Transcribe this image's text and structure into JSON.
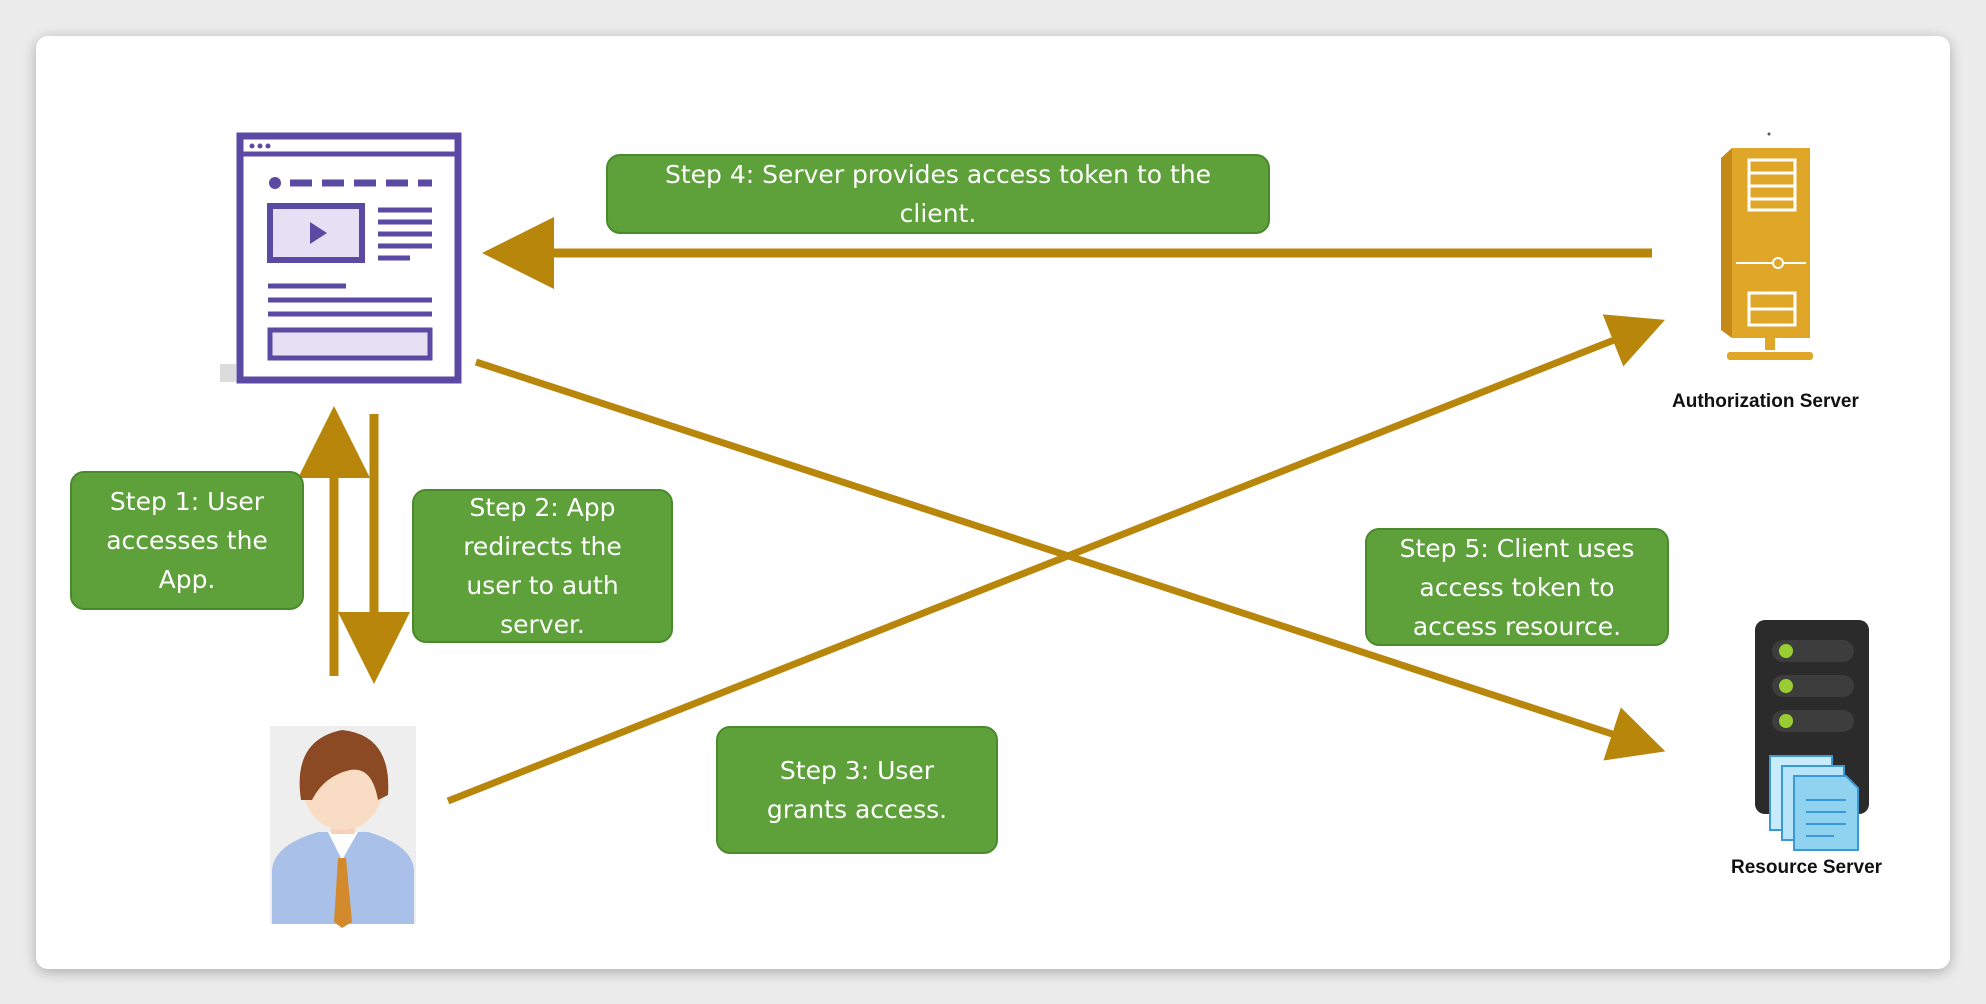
{
  "colors": {
    "background": "#ececec",
    "card": "#ffffff",
    "step_box": "#5ea13a",
    "step_box_border": "#4b8a2c",
    "step_text": "#ffffff",
    "arrow": "#b8860b",
    "app_icon": "#5b4aa3",
    "auth_server": "#e0a628",
    "resource_server": "#2b2b2b",
    "status_led": "#9acd32",
    "document": "#8fd3f0"
  },
  "icons": {
    "client_app": "browser-window-icon",
    "user": "user-avatar-icon",
    "authorization_server": "server-tower-icon",
    "resource_server": "database-server-icon"
  },
  "steps": [
    {
      "id": "step-1",
      "text": "Step 1: User\naccesses the\nApp."
    },
    {
      "id": "step-2",
      "text": "Step 2: App\nredirects the\nuser to auth\nserver."
    },
    {
      "id": "step-3",
      "text": "Step 3: User\ngrants access."
    },
    {
      "id": "step-4",
      "text": "Step 4: Server provides access token to the\nclient."
    },
    {
      "id": "step-5",
      "text": "Step 5: Client uses\naccess token to\naccess resource."
    }
  ],
  "nodes": {
    "authorization_server": {
      "label": "Authorization Server"
    },
    "resource_server": {
      "label": "Resource Server"
    }
  },
  "edges": [
    {
      "from": "user",
      "to": "client_app",
      "step": "step-1"
    },
    {
      "from": "client_app",
      "to": "user",
      "step": "step-2"
    },
    {
      "from": "user",
      "to": "authorization_server",
      "step": "step-3"
    },
    {
      "from": "authorization_server",
      "to": "client_app",
      "step": "step-4"
    },
    {
      "from": "client_app",
      "to": "resource_server",
      "step": "step-5"
    }
  ]
}
